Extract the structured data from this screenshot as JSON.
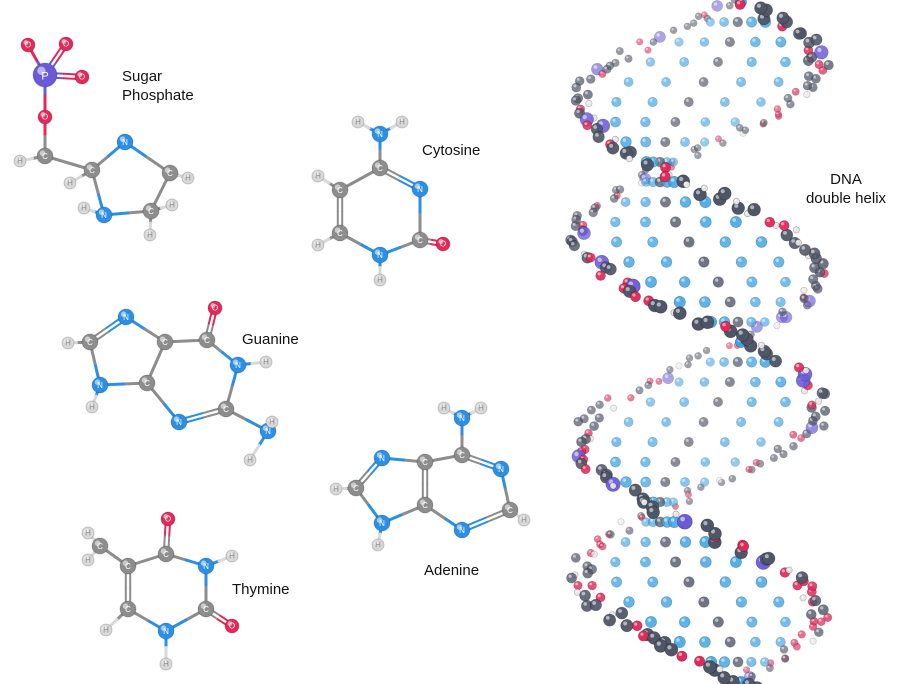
{
  "labels": {
    "sugar_phosphate": [
      "Sugar",
      "Phosphate"
    ],
    "cytosine": "Cytosine",
    "guanine": "Guanine",
    "adenine": "Adenine",
    "thymine": "Thymine",
    "dna_helix": [
      "DNA",
      "double helix"
    ]
  },
  "atom_letters": {
    "phosphorus": "P",
    "oxygen": "O",
    "nitrogen": "N",
    "carbon": "C",
    "hydrogen": "H"
  },
  "colors": {
    "phosphorus": "#6a5ad8",
    "oxygen": "#e4295a",
    "nitrogen": "#2c8fe6",
    "carbon": "#8d8d8d",
    "hydrogen": "#d9d9d9",
    "helix_carbon": "#4d5566",
    "helix_base": "#3da6e8"
  }
}
